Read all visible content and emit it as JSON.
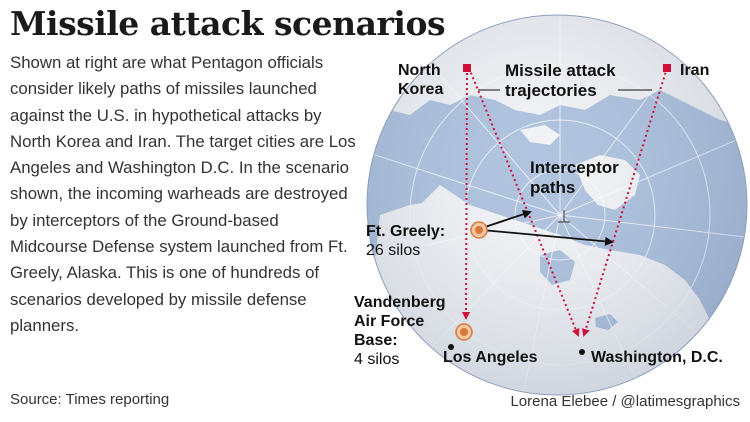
{
  "title": "Missile attack scenarios",
  "body": "Shown at right are what Pentagon officials consider likely paths of missiles launched against the U.S. in hypothetical attacks by North Korea and Iran. The target cities are Los Angeles and Washington D.C. In the scenario shown, the incoming warheads are destroyed by interceptors of the Ground-based Midcourse Defense system launched from Ft. Greely, Alaska. This is one of hundreds of scenarios developed by missile defense planners.",
  "source": "Source: Times reporting",
  "credit": "Lorena Elebee / @latimesgraphics",
  "map": {
    "labels": {
      "north_korea_1": "North",
      "north_korea_2": "Korea",
      "iran": "Iran",
      "trajectories_1": "Missile attack",
      "trajectories_2": "trajectories",
      "interceptor_1": "Interceptor",
      "interceptor_2": "paths",
      "greely_1": "Ft. Greely:",
      "greely_2": "26 silos",
      "vandenberg_1": "Vandenberg",
      "vandenberg_2": "Air Force",
      "vandenberg_3": "Base:",
      "vandenberg_4": "4 silos",
      "los_angeles": "Los Angeles",
      "washington": "Washington, D.C."
    },
    "colors": {
      "ocean": "#a9bedc",
      "land": "#f2f3f5",
      "trajectory": "#d0103a",
      "interceptor": "#111111",
      "base": "#d9783a"
    }
  }
}
